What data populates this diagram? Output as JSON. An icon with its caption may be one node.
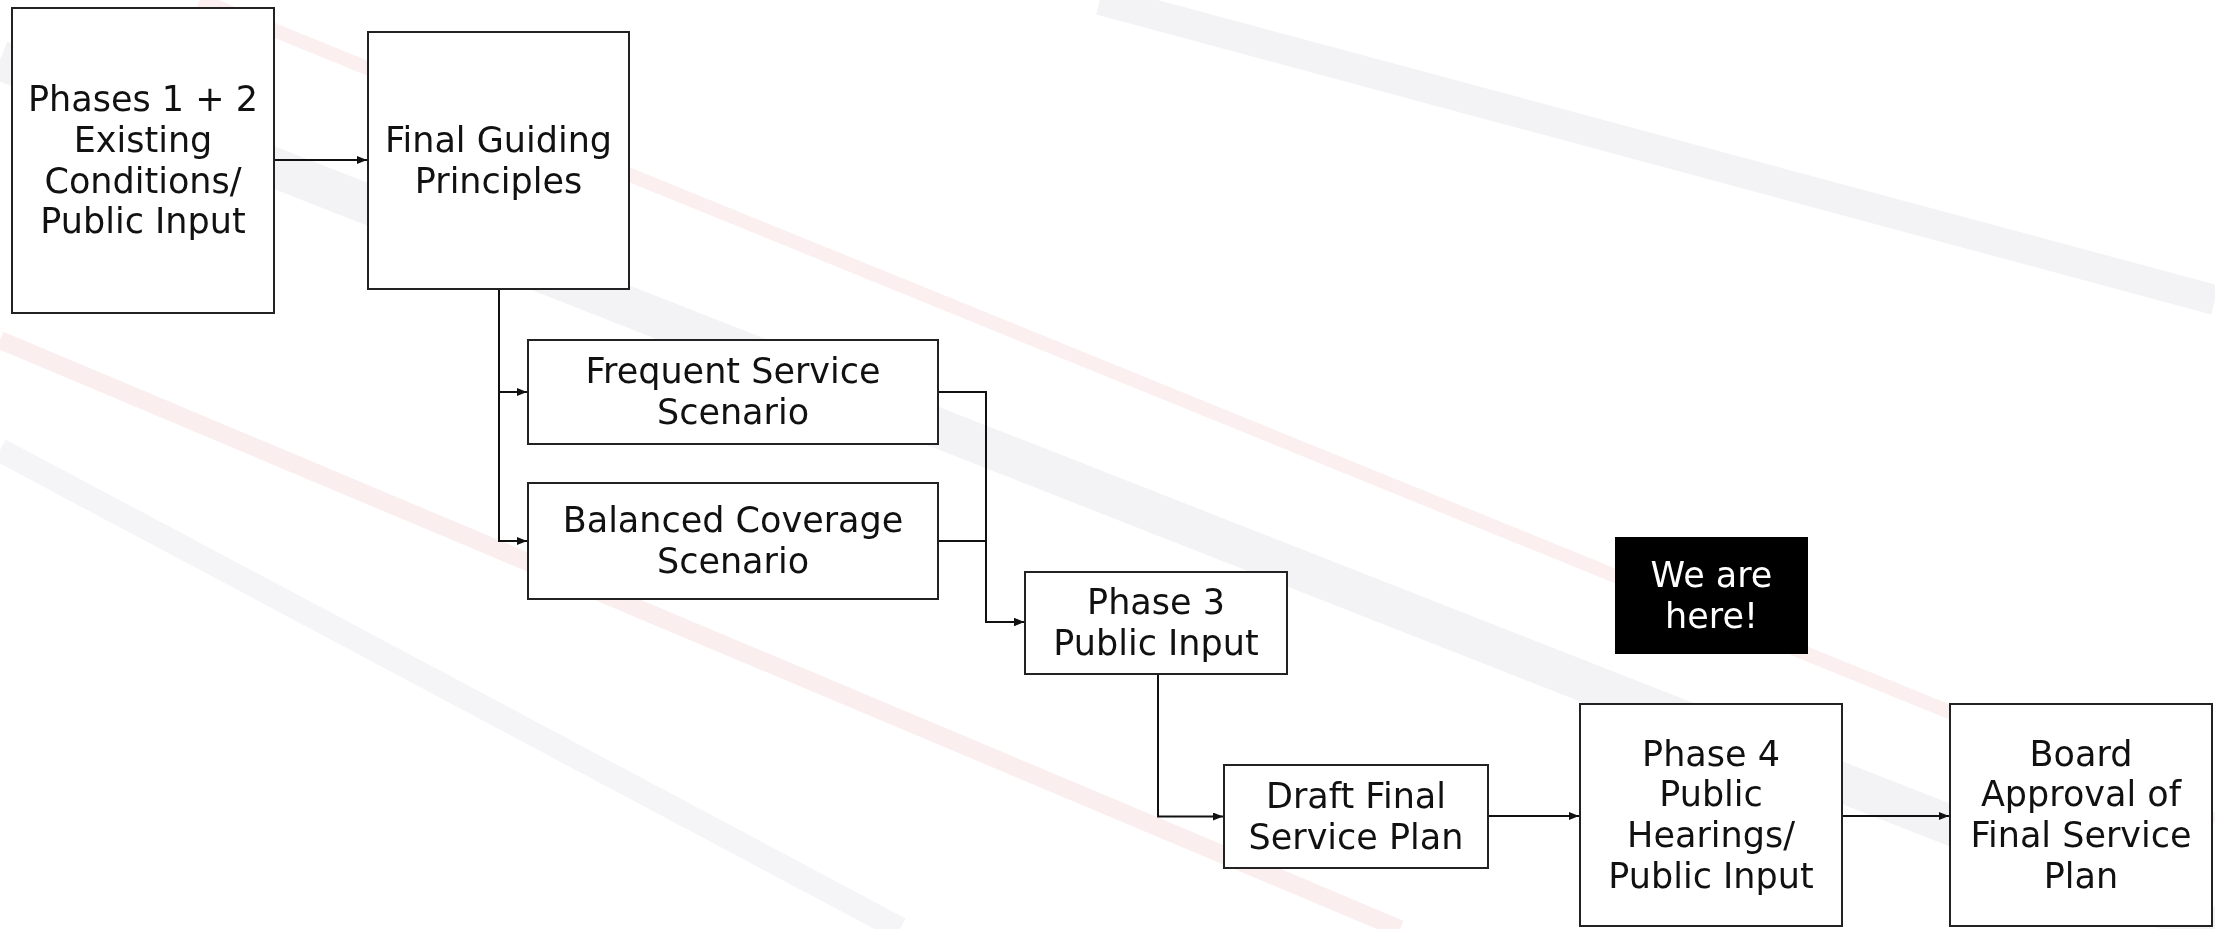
{
  "diagram": {
    "nodes": [
      {
        "text": [
          "Phases 1 + 2 Existing Conditions/ Public Input"
        ]
      },
      {
        "text": [
          "Final Guiding Principles"
        ]
      },
      {
        "text": [
          "Frequent Service Scenario"
        ]
      },
      {
        "text": [
          "Balanced Coverage Scenario"
        ]
      },
      {
        "text": [
          "Phase 3 Public Input"
        ]
      },
      {
        "text": [
          "Draft Final Service Plan"
        ]
      },
      {
        "text": [
          "Phase 4 Public Hearings/ Public Input"
        ]
      },
      {
        "text": [
          "Board Approval of Final Service Plan"
        ]
      },
      {
        "text": [
          "We are here!"
        ]
      }
    ],
    "edges": [
      {
        "from": 0,
        "to": 1,
        "arrow": "to"
      },
      {
        "from": 1,
        "to": 2,
        "arrow": "to"
      },
      {
        "from": 1,
        "to": 3,
        "arrow": "to"
      },
      {
        "from": 2,
        "to": 4,
        "arrow": "to"
      },
      {
        "from": 3,
        "to": 4,
        "arrow": "to"
      },
      {
        "from": 4,
        "to": 5,
        "arrow": "to"
      },
      {
        "from": 5,
        "to": 6,
        "arrow": "to"
      },
      {
        "from": 6,
        "to": 7,
        "arrow": "to"
      }
    ]
  }
}
